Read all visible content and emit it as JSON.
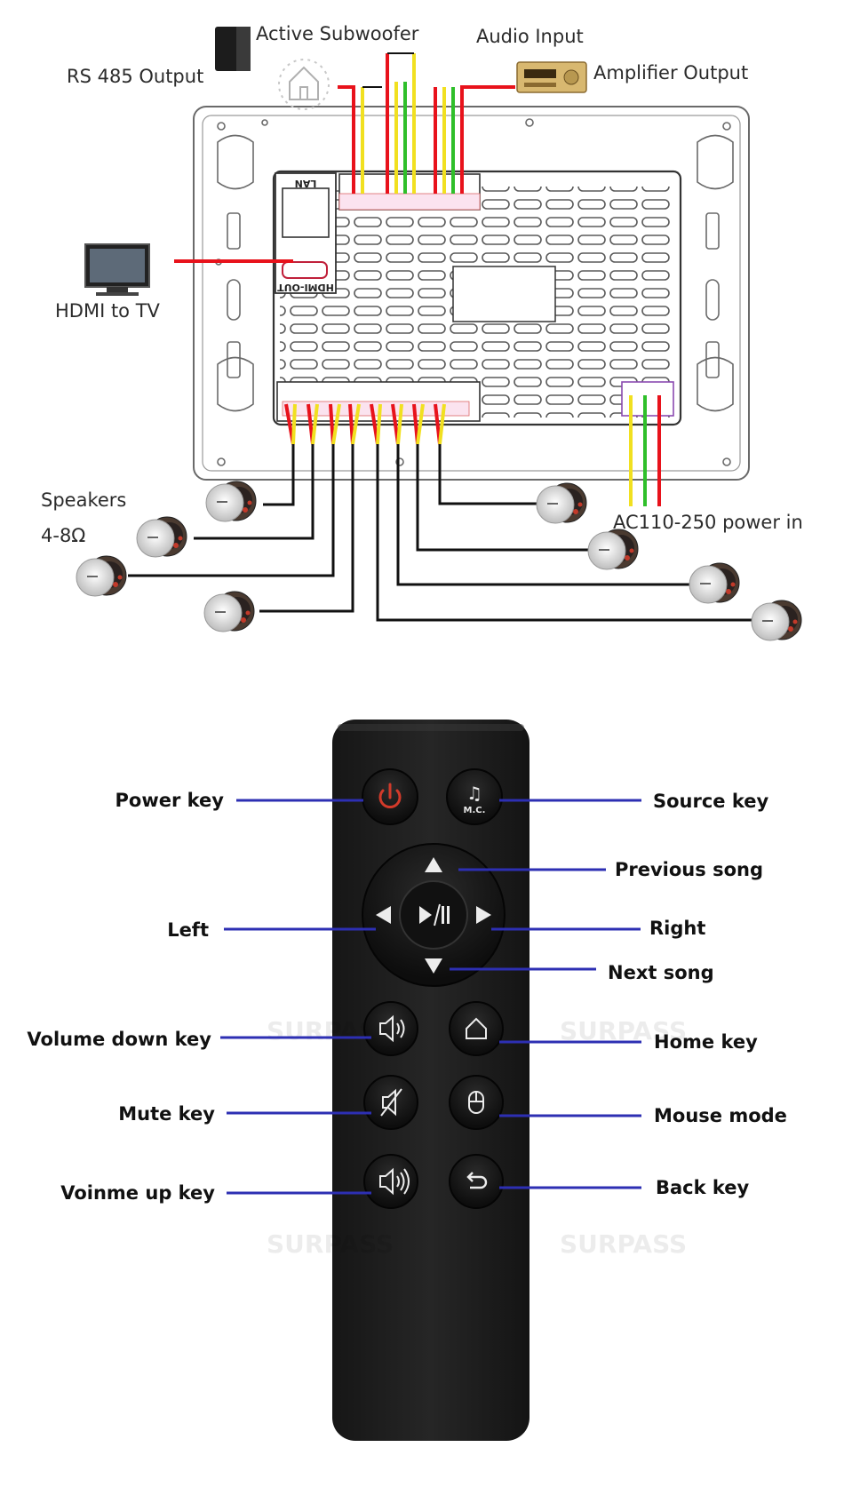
{
  "wiring": {
    "labels": {
      "rs485": "RS 485 Output",
      "subwoofer": "Active Subwoofer",
      "audio_input": "Audio Input",
      "amplifier": "Amplifier Output",
      "hdmi_tv": "HDMI to  TV",
      "speakers_line1": "Speakers",
      "speakers_line2": "4-8Ω",
      "power": "AC110-250 power in"
    },
    "panel_tags": {
      "lan": "LAN",
      "hdmi_out": "HDMI-OUT"
    },
    "wire_colors": {
      "red": "#e8121b",
      "yellow": "#f1e020",
      "green": "#2fbf2a",
      "black": "#111111"
    }
  },
  "remote": {
    "labels": {
      "power": "Power key",
      "source": "Source key",
      "previous": "Previous song",
      "left": "Left",
      "right": "Right",
      "next": "Next song",
      "volume_down": "Volume down key",
      "home": "Home key",
      "mute": "Mute key",
      "mouse": "Mouse mode",
      "volume_up": "Voinme up key",
      "back": "Back key"
    },
    "button_text": {
      "source": "M.C."
    },
    "watermark": "SURPASS",
    "leader_color": "#2d2fb3",
    "power_icon_color": "#d23a2a"
  }
}
